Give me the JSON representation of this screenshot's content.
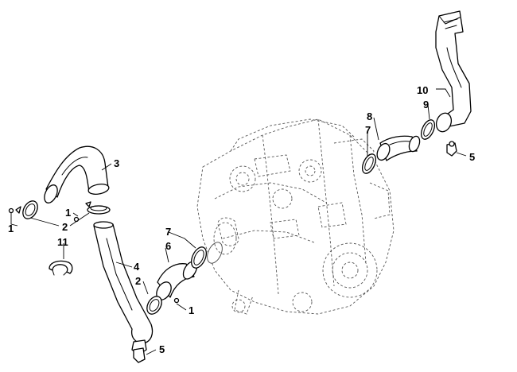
{
  "callouts": {
    "c1a": "1",
    "c1b": "1",
    "c1c": "1",
    "c2a": "2",
    "c2b": "2",
    "c3": "3",
    "c4": "4",
    "c5a": "5",
    "c5b": "5",
    "c6": "6",
    "c7a": "7",
    "c7b": "7",
    "c8": "8",
    "c9": "9",
    "c10": "10",
    "c11": "11"
  },
  "colors": {
    "line": "#000000",
    "background": "#ffffff",
    "engine_ghost": "#555555"
  }
}
